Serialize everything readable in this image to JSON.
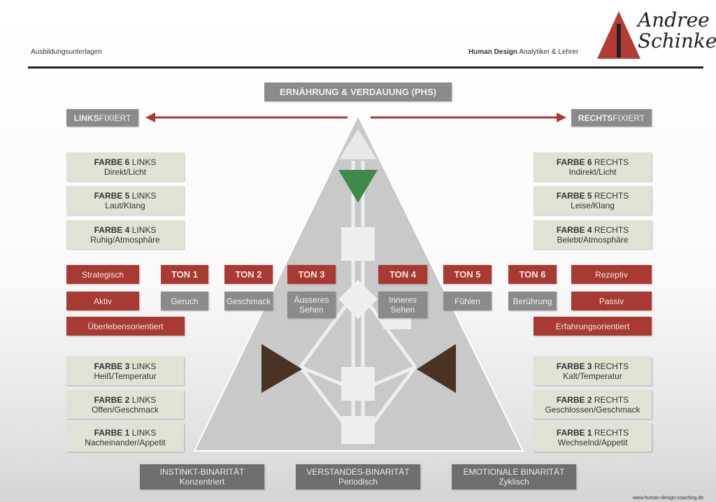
{
  "header": {
    "left": "Ausbildungsunterlagen",
    "right_bold": "Human Design",
    "right_rest": " Analytiker & Lehrer",
    "logo_text": "Andree Schinke"
  },
  "title": "ERNÄHRUNG & VERDAUUNG (PHS)",
  "links": {
    "bold": "LINKS",
    "rest": " FIXIERT"
  },
  "rechts": {
    "bold": "RECHTS",
    "rest": " FIXIERT"
  },
  "left_farben_top": [
    {
      "b": "FARBE 6",
      "s": " LINKS",
      "d": "Direkt/Licht"
    },
    {
      "b": "FARBE 5",
      "s": " LINKS",
      "d": "Laut/Klang"
    },
    {
      "b": "FARBE 4",
      "s": " LINKS",
      "d": "Ruhig/Atmosphäre"
    }
  ],
  "right_farben_top": [
    {
      "b": "FARBE 6",
      "s": " RECHTS",
      "d": "Indirekt/Licht"
    },
    {
      "b": "FARBE 5",
      "s": " RECHTS",
      "d": "Leise/Klang"
    },
    {
      "b": "FARBE 4",
      "s": " RECHTS",
      "d": "Belebt/Atmosphäre"
    }
  ],
  "left_farben_bottom": [
    {
      "b": "FARBE 3",
      "s": " LINKS",
      "d": "Heiß/Temperatur"
    },
    {
      "b": "FARBE 2",
      "s": " LINKS",
      "d": "Offen/Geschmack"
    },
    {
      "b": "FARBE 1",
      "s": " LINKS",
      "d": "Nacheinander/Appetit"
    }
  ],
  "right_farben_bottom": [
    {
      "b": "FARBE 3",
      "s": " RECHTS",
      "d": "Kalt/Temperatur"
    },
    {
      "b": "FARBE 2",
      "s": " RECHTS",
      "d": "Geschlossen/Geschmack"
    },
    {
      "b": "FARBE 1",
      "s": " RECHTS",
      "d": "Wechselnd/Appetit"
    }
  ],
  "left_labels": [
    "Strategisch",
    "Aktiv",
    "Überlebensorientiert"
  ],
  "right_labels": [
    "Rezeptiv",
    "Passiv",
    "Erfahrungsorientiert"
  ],
  "tones": [
    {
      "t": "TON 1",
      "s": "Geruch"
    },
    {
      "t": "TON 2",
      "s": "Geschmack"
    },
    {
      "t": "TON 3",
      "s": "Äusseres Sehen"
    },
    {
      "t": "TON 4",
      "s": "Inneres Sehen"
    },
    {
      "t": "TON 5",
      "s": "Fühlen"
    },
    {
      "t": "TON 6",
      "s": "Berührung"
    }
  ],
  "bottom": [
    {
      "t": "INSTINKT-BINARITÄT",
      "s": "Konzentriert"
    },
    {
      "t": "VERSTANDES-BINARITÄT",
      "s": "Periodisch"
    },
    {
      "t": "EMOTIONALE BINARITÄT",
      "s": "Zyklisch"
    }
  ],
  "footer_url": "www.human-design-coaching.de",
  "colors": {
    "red": "#a83a33",
    "gray": "#8b8b8b",
    "farbe": "#dfe3d6",
    "green": "#3f8a4a",
    "brown": "#4a3324"
  }
}
